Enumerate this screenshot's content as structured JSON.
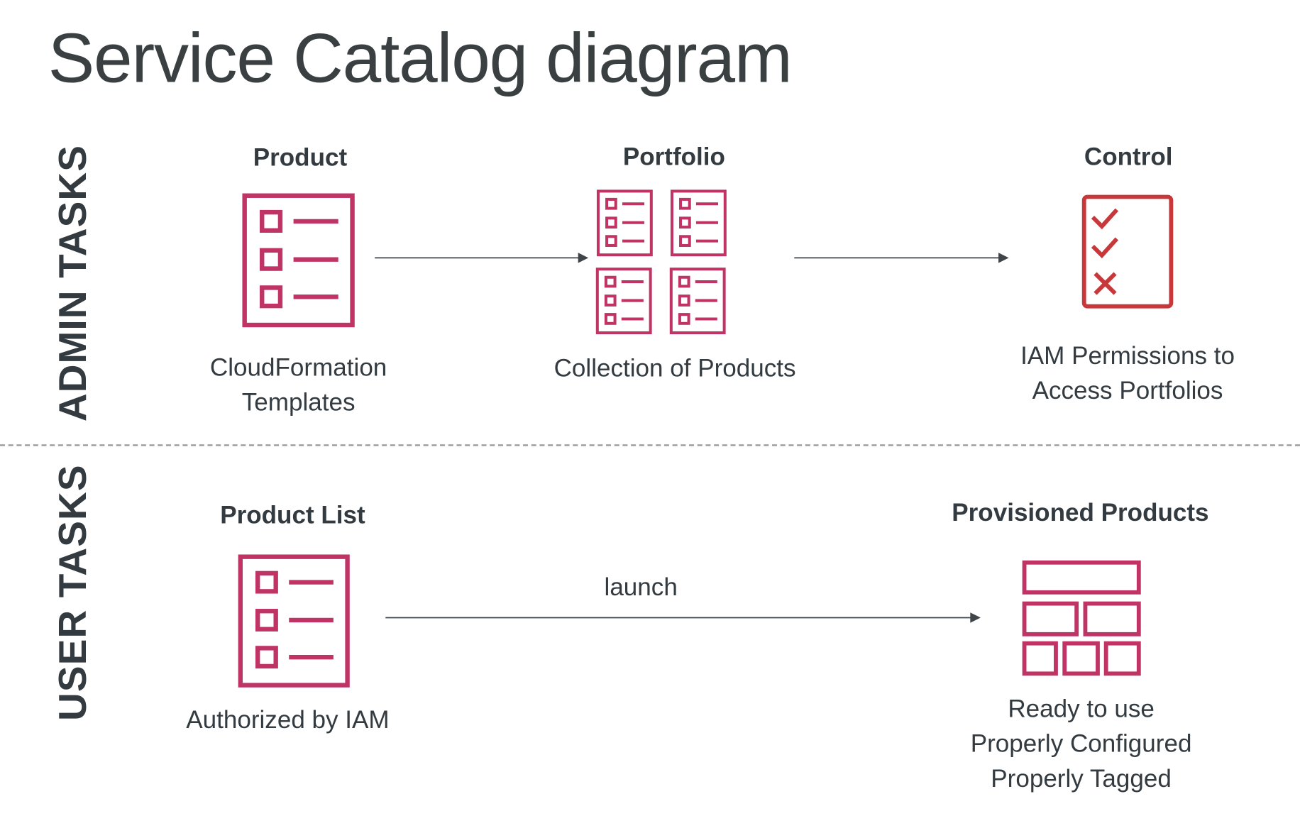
{
  "title": "Service Catalog diagram",
  "sections": {
    "admin": "ADMIN TASKS",
    "user": "USER TASKS"
  },
  "admin": {
    "product": {
      "label": "Product",
      "lines": [
        "CloudFormation",
        "Templates"
      ],
      "icon": "checklist-icon"
    },
    "portfolio": {
      "label": "Portfolio",
      "lines": [
        "Collection of Products"
      ],
      "icon": "checklist-grid-icon"
    },
    "control": {
      "label": "Control",
      "lines": [
        "IAM Permissions to",
        "Access Portfolios"
      ],
      "icon": "check-check-x-icon"
    }
  },
  "user": {
    "product_list": {
      "label": "Product List",
      "lines": [
        "Authorized by IAM"
      ],
      "icon": "checklist-icon"
    },
    "launch": "launch",
    "provisioned": {
      "label": "Provisioned Products",
      "lines": [
        "Ready to use",
        "Properly Configured",
        "Properly Tagged"
      ],
      "icon": "blocks-icon"
    }
  },
  "colors": {
    "accent": "#bf3465",
    "control": "#c8373a",
    "text": "#333b40",
    "arrow": "#3f4548"
  }
}
